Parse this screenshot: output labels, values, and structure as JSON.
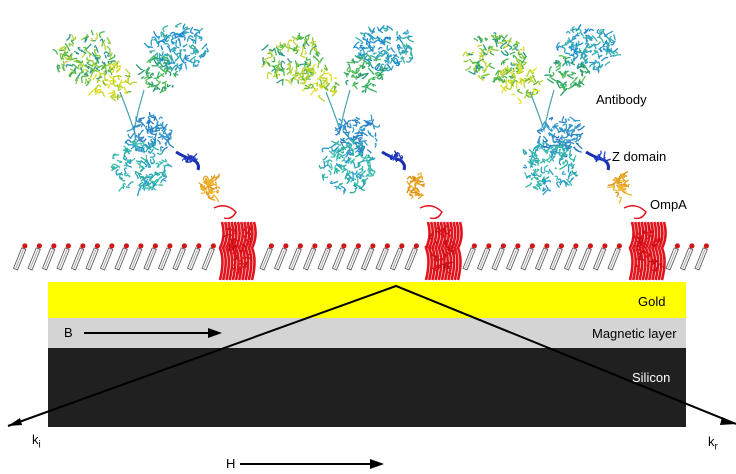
{
  "labels": {
    "antibody": "Antibody",
    "z_domain": "Z domain",
    "ompa": "OmpA",
    "gold": "Gold",
    "magnetic": "Magnetic layer",
    "silicon": "Silicon",
    "b_field": "B",
    "h_field": "H",
    "k_incident": "k",
    "k_incident_sub": "i",
    "k_reflected": "k",
    "k_reflected_sub": "r"
  },
  "colors": {
    "gold": "#ffff00",
    "magnetic": "#d4d4d4",
    "silicon": "#202020",
    "ompa": "#e0141c",
    "z_domain": "#e8a020",
    "linker": "#1a2fb0"
  },
  "icons": [
    "antibody-icon",
    "z-domain-icon",
    "ompa-barrel-icon",
    "lipid-molecule-icon"
  ]
}
